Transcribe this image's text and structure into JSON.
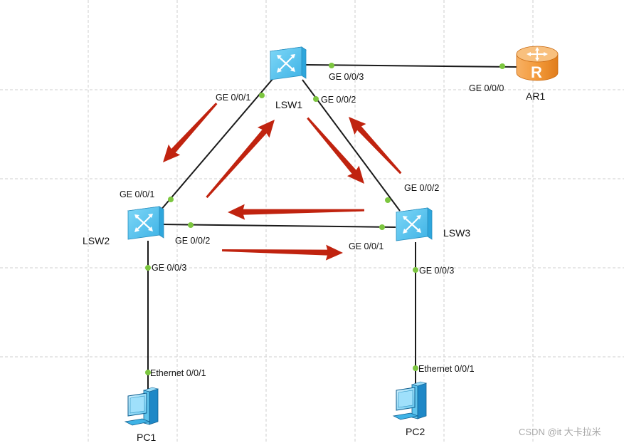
{
  "devices": {
    "lsw1": {
      "label": "LSW1",
      "type": "switch"
    },
    "lsw2": {
      "label": "LSW2",
      "type": "switch"
    },
    "lsw3": {
      "label": "LSW3",
      "type": "switch"
    },
    "ar1": {
      "label": "AR1",
      "type": "router"
    },
    "pc1": {
      "label": "PC1",
      "type": "pc"
    },
    "pc2": {
      "label": "PC2",
      "type": "pc"
    }
  },
  "ports": {
    "lsw1_g001": "GE 0/0/1",
    "lsw1_g002": "GE 0/0/2",
    "lsw1_g003": "GE 0/0/3",
    "ar1_g000": "GE 0/0/0",
    "lsw2_g001": "GE 0/0/1",
    "lsw2_g002": "GE 0/0/2",
    "lsw2_g003": "GE 0/0/3",
    "lsw3_g001": "GE 0/0/1",
    "lsw3_g002": "GE 0/0/2",
    "lsw3_g003": "GE 0/0/3",
    "pc1_e001": "Ethernet 0/0/1",
    "pc2_e001": "Ethernet 0/0/1"
  },
  "colors": {
    "grid": "#cfcfcf",
    "link": "#1a1a1a",
    "port_dot": "#7cc63f",
    "arrow": "#c0230f",
    "switch_face": "#5fc4ec",
    "router_body": "#f39a3a"
  },
  "watermark": "CSDN @it 大卡拉米"
}
